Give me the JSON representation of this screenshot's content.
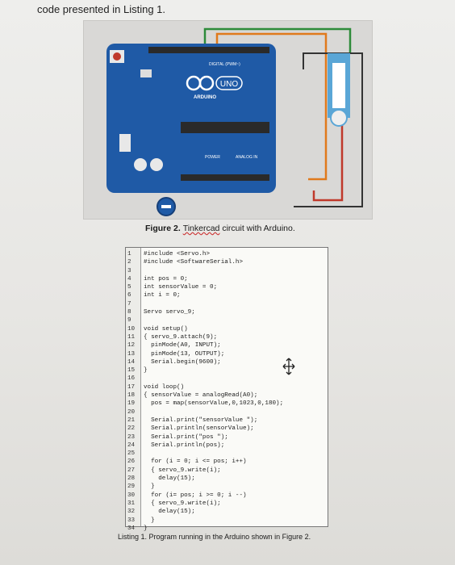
{
  "header": {
    "text": "code presented in Listing 1."
  },
  "figure": {
    "board_labels": {
      "brand": "ARDUINO",
      "model": "UNO",
      "digital": "DIGITAL (PWM~)",
      "power": "POWER",
      "analog": "ANALOG IN"
    },
    "caption": {
      "prefix": "Figure 2. ",
      "misspelled": "Tinkercad",
      "suffix": " circuit with Arduino."
    }
  },
  "code": {
    "lines": [
      {
        "n": "1",
        "t": "#include <Servo.h>"
      },
      {
        "n": "2",
        "t": "#include <SoftwareSerial.h>"
      },
      {
        "n": "3",
        "t": ""
      },
      {
        "n": "4",
        "t": "int pos = 0;"
      },
      {
        "n": "5",
        "t": "int sensorValue = 0;"
      },
      {
        "n": "6",
        "t": "int i = 0;"
      },
      {
        "n": "7",
        "t": ""
      },
      {
        "n": "8",
        "t": "Servo servo_9;"
      },
      {
        "n": "9",
        "t": ""
      },
      {
        "n": "10",
        "t": "void setup()"
      },
      {
        "n": "11",
        "t": "{ servo_9.attach(9);"
      },
      {
        "n": "12",
        "t": "  pinMode(A0, INPUT);"
      },
      {
        "n": "13",
        "t": "  pinMode(13, OUTPUT);"
      },
      {
        "n": "14",
        "t": "  Serial.begin(9600);"
      },
      {
        "n": "15",
        "t": "}"
      },
      {
        "n": "16",
        "t": ""
      },
      {
        "n": "17",
        "t": "void loop()"
      },
      {
        "n": "18",
        "t": "{ sensorValue = analogRead(A0);"
      },
      {
        "n": "19",
        "t": "  pos = map(sensorValue,0,1023,0,180);"
      },
      {
        "n": "20",
        "t": ""
      },
      {
        "n": "21",
        "t": "  Serial.print(\"sensorValue \");"
      },
      {
        "n": "22",
        "t": "  Serial.println(sensorValue);"
      },
      {
        "n": "23",
        "t": "  Serial.print(\"pos \");"
      },
      {
        "n": "24",
        "t": "  Serial.println(pos);"
      },
      {
        "n": "25",
        "t": ""
      },
      {
        "n": "26",
        "t": "  for (i = 0; i <= pos; i++)"
      },
      {
        "n": "27",
        "t": "  { servo_9.write(i);"
      },
      {
        "n": "28",
        "t": "    delay(15);"
      },
      {
        "n": "29",
        "t": "  }"
      },
      {
        "n": "30",
        "t": "  for (i= pos; i >= 0; i --)"
      },
      {
        "n": "31",
        "t": "  { servo_9.write(i);"
      },
      {
        "n": "32",
        "t": "    delay(15);"
      },
      {
        "n": "33",
        "t": "  }"
      },
      {
        "n": "34",
        "t": "}"
      }
    ]
  },
  "listing_caption": {
    "text": "Listing 1. Program running in the Arduino shown in Figure 2."
  },
  "colors": {
    "board_blue": "#1f5aa6",
    "wire_red": "#c0392b",
    "wire_green": "#2e8b3a",
    "wire_orange": "#e07a1c",
    "servo_blue": "#5aa6d6"
  }
}
